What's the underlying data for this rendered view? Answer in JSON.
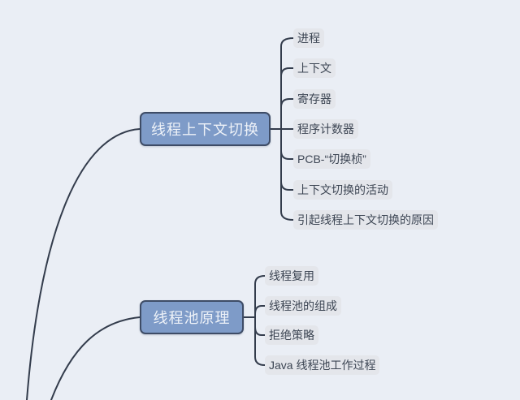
{
  "colors": {
    "background": "#eaeef5",
    "branch_node_fill": "#7e9bc8",
    "branch_node_border": "#3e4c66",
    "branch_node_text": "#eef2f8",
    "subtopic_fill": "#e4e6eb",
    "subtopic_text": "#3d4654",
    "connector_line": "#333c4c"
  },
  "mindmap": {
    "branches": [
      {
        "label": "线程上下文切换",
        "children": [
          "进程",
          "上下文",
          "寄存器",
          "程序计数器",
          "PCB-“切换桢”",
          "上下文切换的活动",
          "引起线程上下文切换的原因"
        ]
      },
      {
        "label": "线程池原理",
        "children": [
          "线程复用",
          "线程池的组成",
          "拒绝策略",
          "Java 线程池工作过程"
        ]
      }
    ]
  }
}
